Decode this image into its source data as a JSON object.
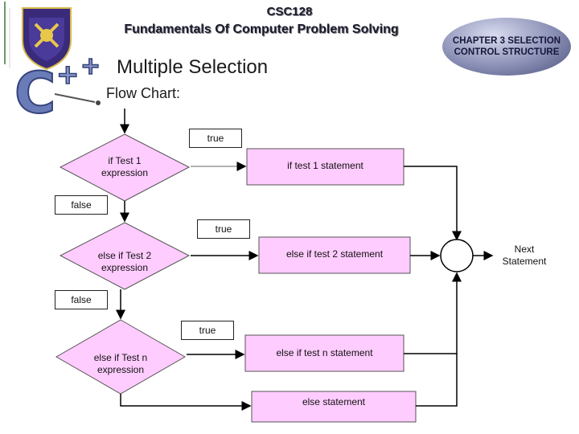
{
  "header": {
    "course_code": "CSC128",
    "course_name": "Fundamentals Of Computer Problem Solving",
    "chapter_badge": "CHAPTER 3 SELECTION CONTROL STRUCTURE",
    "logo": "university-crest-logo",
    "cpp_logo": "c-plus-plus-logo"
  },
  "slide": {
    "title": "Multiple Selection",
    "subtitle": "Flow  Chart:"
  },
  "flowchart": {
    "decisions": [
      {
        "label": "if Test 1 expression"
      },
      {
        "label": "else if Test 2 expression"
      },
      {
        "label": "else if Test n expression"
      }
    ],
    "statements": [
      {
        "label": "if test 1 statement"
      },
      {
        "label": "else if test 2 statement"
      },
      {
        "label": "else if test n statement"
      },
      {
        "label": "else statement"
      }
    ],
    "true_labels": [
      "true",
      "true",
      "true"
    ],
    "false_labels": [
      "false",
      "false"
    ],
    "next_statement": "Next Statement",
    "colors": {
      "decision_fill": "#ffccff",
      "statement_fill": "#ffccff",
      "line": "#000000"
    }
  }
}
